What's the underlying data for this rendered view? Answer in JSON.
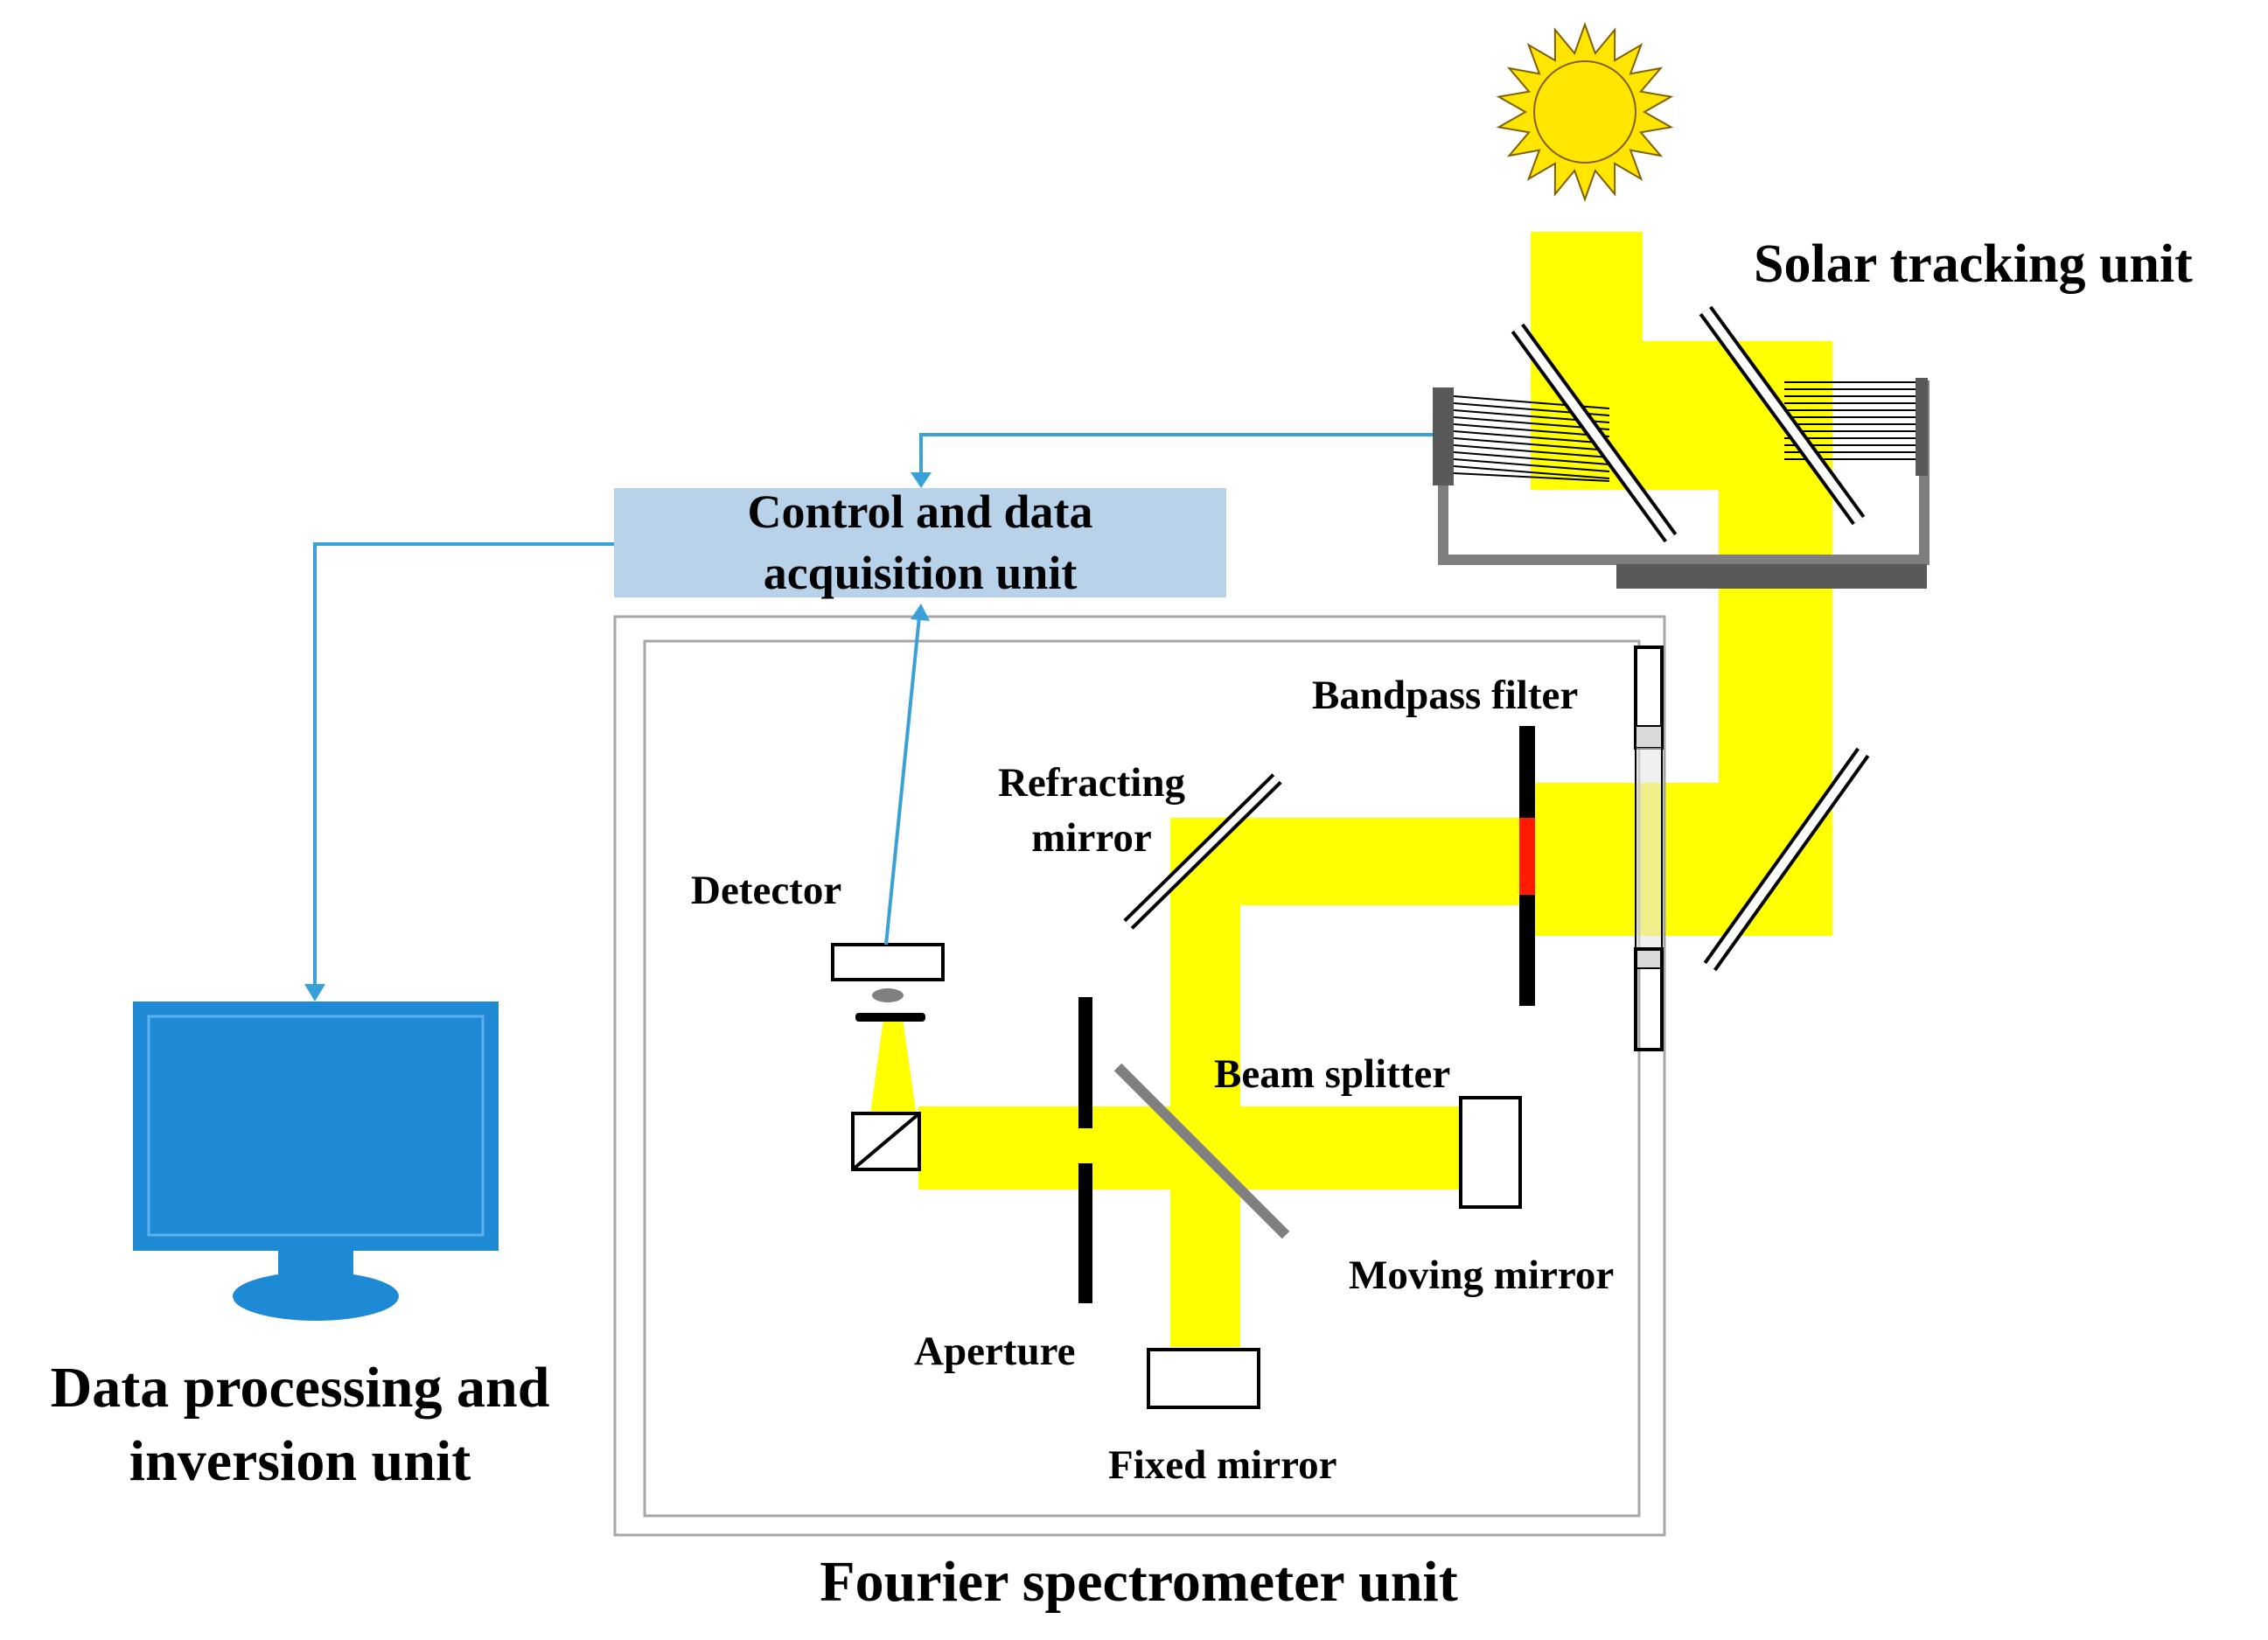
{
  "labels": {
    "solar_tracking": "Solar tracking unit",
    "control_line1": "Control and data",
    "control_line2": "acquisition unit",
    "data_processing_line1": "Data processing and",
    "data_processing_line2": "inversion unit",
    "fourier_unit": "Fourier spectrometer unit",
    "bandpass_filter": "Bandpass filter",
    "refracting_line1": "Refracting",
    "refracting_line2": "mirror",
    "detector": "Detector",
    "beam_splitter": "Beam splitter",
    "moving_mirror": "Moving mirror",
    "aperture": "Aperture",
    "fixed_mirror": "Fixed mirror"
  },
  "colors": {
    "beam": "#ffff00",
    "sun": "#ffe600",
    "signal_line": "#3aa0d8",
    "control_box": "#b8d2ea",
    "monitor": "#1e8ad6",
    "filter_band": "#ff1a00",
    "tracker_frame": "#7f7f7f"
  },
  "icons": {
    "sun": "sun-icon",
    "computer": "monitor-icon"
  }
}
